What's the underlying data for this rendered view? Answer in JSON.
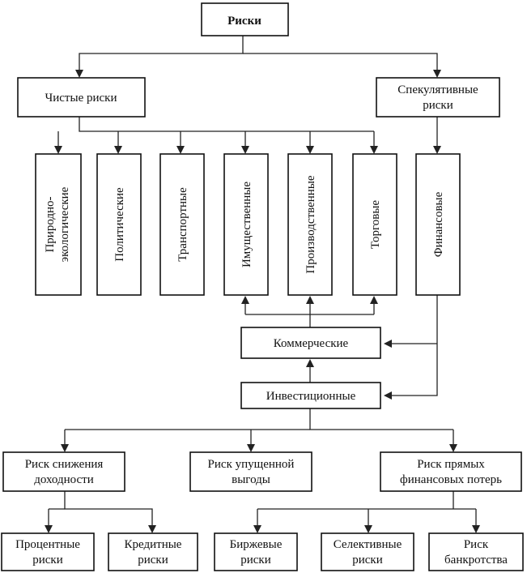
{
  "root": {
    "label": "Риски"
  },
  "level1": {
    "pure": {
      "label": "Чистые риски"
    },
    "speculative": {
      "line1": "Спекулятивные",
      "line2": "риски"
    }
  },
  "pure_types": [
    {
      "id": "nature",
      "line1": "Природно-",
      "line2": "экологические"
    },
    {
      "id": "political",
      "line1": "Политические"
    },
    {
      "id": "transport",
      "line1": "Транспортные"
    },
    {
      "id": "property",
      "line1": "Имущественные"
    },
    {
      "id": "production",
      "line1": "Производственные"
    },
    {
      "id": "trade",
      "line1": "Торговые"
    }
  ],
  "financial": {
    "label": "Финансовые"
  },
  "commercial": {
    "label": "Коммерческие"
  },
  "investment": {
    "label": "Инвестиционные"
  },
  "investment_risks": [
    {
      "id": "income",
      "line1": "Риск снижения",
      "line2": "доходности"
    },
    {
      "id": "lost",
      "line1": "Риск упущенной",
      "line2": "выгоды"
    },
    {
      "id": "direct",
      "line1": "Риск прямых",
      "line2": "финансовых потерь"
    }
  ],
  "income_subtypes": [
    {
      "id": "interest",
      "line1": "Процентные",
      "line2": "риски"
    },
    {
      "id": "credit",
      "line1": "Кредитные",
      "line2": "риски"
    }
  ],
  "direct_subtypes": [
    {
      "id": "exchange",
      "line1": "Биржевые",
      "line2": "риски"
    },
    {
      "id": "selective",
      "line1": "Селективные",
      "line2": "риски"
    },
    {
      "id": "bankruptcy",
      "line1": "Риск",
      "line2": "банкротства"
    }
  ]
}
